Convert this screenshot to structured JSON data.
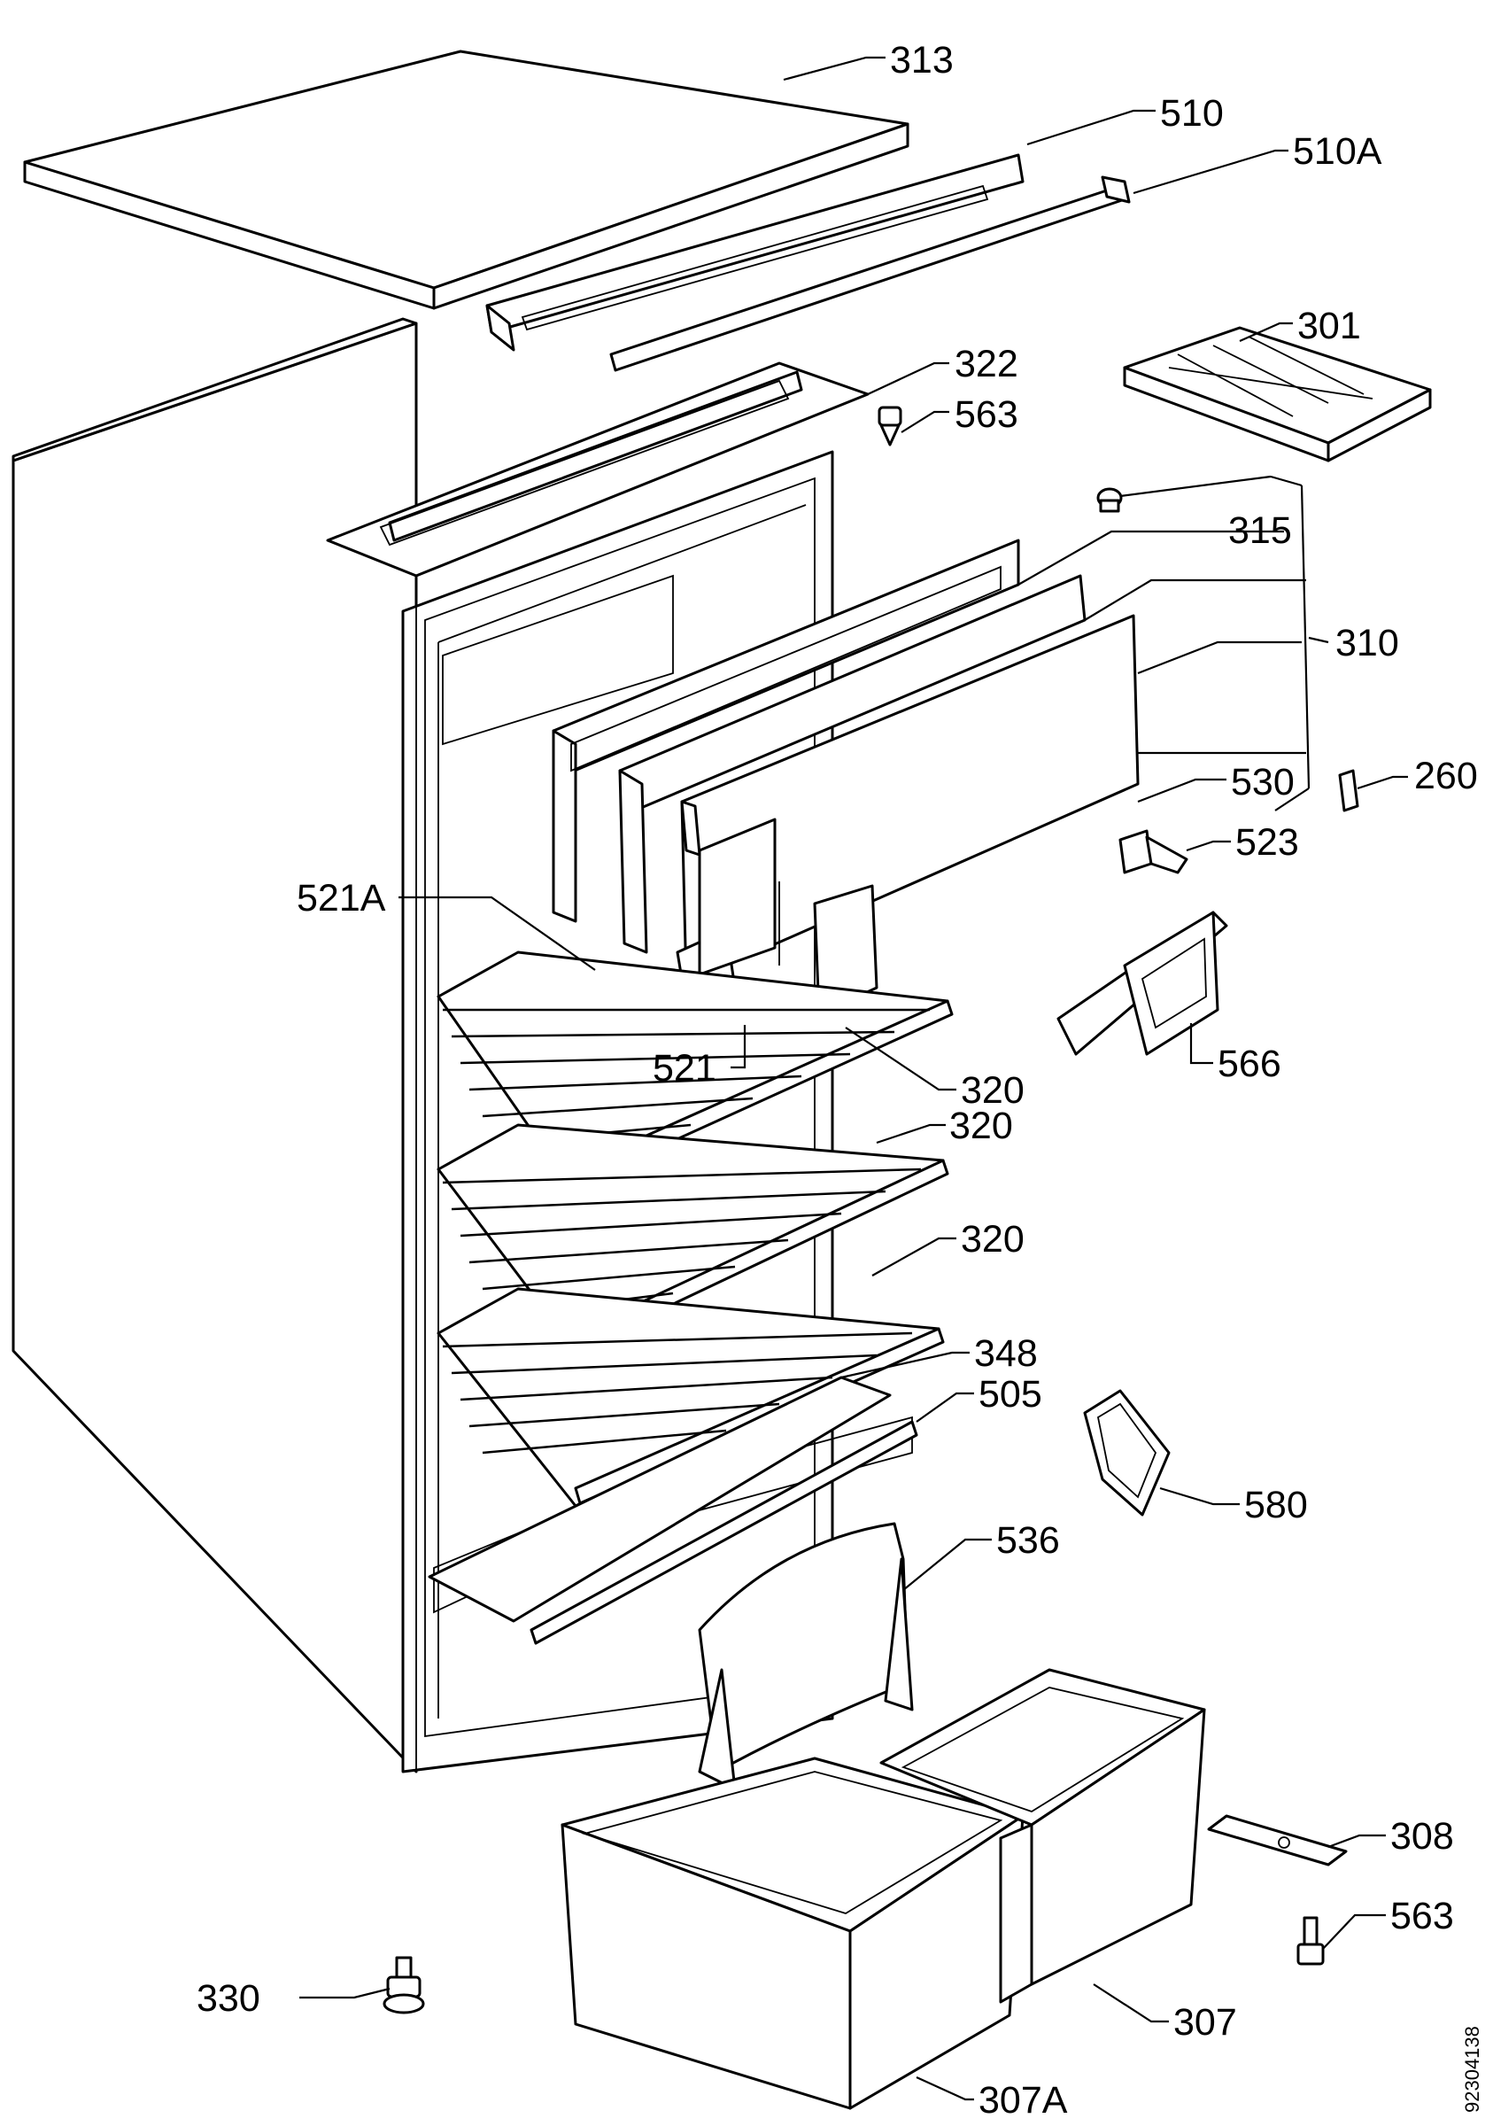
{
  "colors": {
    "ink": "#000000",
    "paper": "#ffffff"
  },
  "document_id": "92304138",
  "labels": {
    "313": "313",
    "510": "510",
    "510A": "510A",
    "301": "301",
    "322": "322",
    "563a": "563",
    "315": "315",
    "310": "310",
    "260": "260",
    "530": "530",
    "523": "523",
    "521A": "521A",
    "521": "521",
    "566": "566",
    "320a": "320",
    "320b": "320",
    "320c": "320",
    "348": "348",
    "505": "505",
    "580": "580",
    "536": "536",
    "308": "308",
    "563b": "563",
    "307": "307",
    "330": "330",
    "307A": "307A"
  }
}
